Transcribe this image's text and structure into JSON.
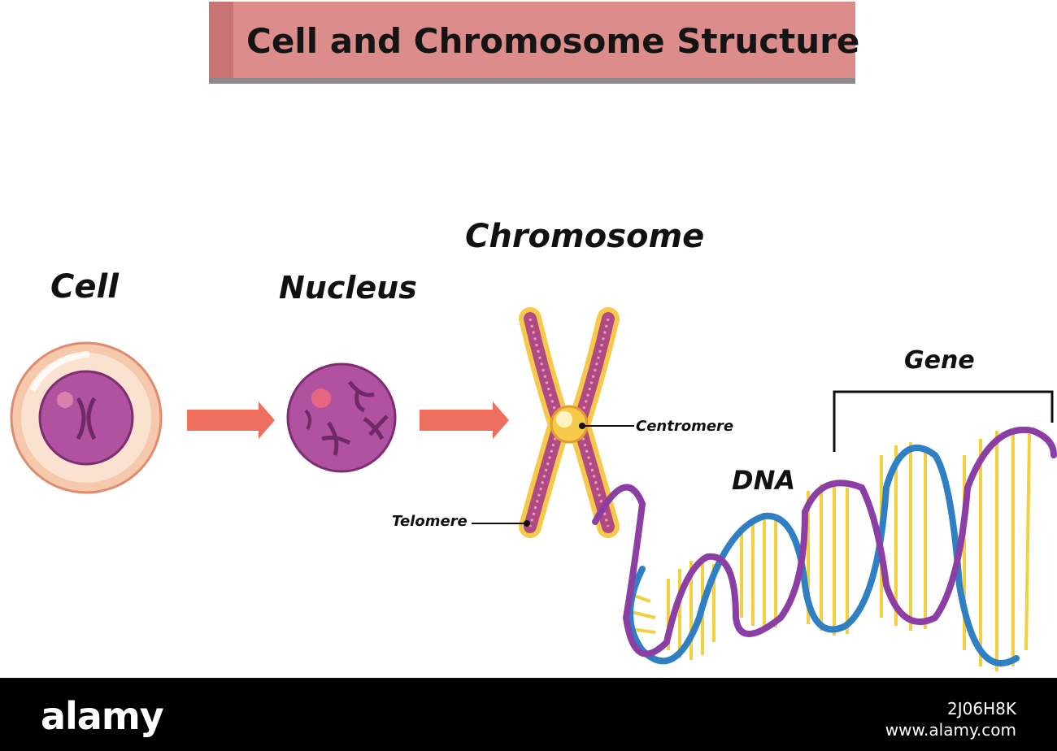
{
  "title": "Cell and Chromosome Structure",
  "labels": {
    "cell": "Cell",
    "nucleus": "Nucleus",
    "chromosome": "Chromosome",
    "centromere": "Centromere",
    "telomere": "Telomere",
    "dna": "DNA",
    "gene": "Gene"
  },
  "footer": {
    "logo": "alamy",
    "image_id": "2J06H8K",
    "url": "www.alamy.com"
  },
  "colors": {
    "title_bg": "#dd8c8c",
    "arrow": "#ef6f5f",
    "cell_outer": "#f6c7a8",
    "nucleus": "#a8499a",
    "chromosome_arm": "#b04a83",
    "centromere": "#f7c94b",
    "dna_strand_a": "#8b3fa5",
    "dna_strand_b": "#2f7fc4",
    "base_pair": "#f4cf3e"
  }
}
